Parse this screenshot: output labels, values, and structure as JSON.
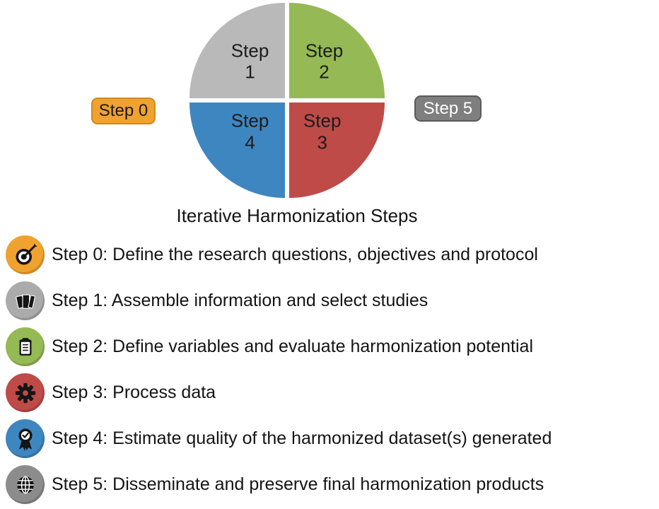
{
  "title": "Iterative Harmonization Steps",
  "badges": {
    "step0": {
      "label": "Step 0",
      "bg": "#F0A22E",
      "border": "#D4881C",
      "text_color": "#1a1a1a"
    },
    "step5": {
      "label": "Step 5",
      "bg": "#7F7F7F",
      "border": "#595959",
      "text_color": "#FFFFFF"
    }
  },
  "pie": {
    "quadrants": [
      {
        "id": "step-1",
        "line1": "Step",
        "line2": "1",
        "color": "#B9B9B9"
      },
      {
        "id": "step-2",
        "line1": "Step",
        "line2": "2",
        "color": "#95B954"
      },
      {
        "id": "step-3",
        "line1": "Step",
        "line2": "3",
        "color": "#BE4B48"
      },
      {
        "id": "step-4",
        "line1": "Step",
        "line2": "4",
        "color": "#3E86C0"
      }
    ]
  },
  "legend": {
    "items": [
      {
        "icon": "target-icon",
        "color": "#F0A22E",
        "text": "Step 0: Define the research questions, objectives and protocol"
      },
      {
        "icon": "books-icon",
        "color": "#ABABAB",
        "text": "Step 1: Assemble information and select studies"
      },
      {
        "icon": "clipboard-icon",
        "color": "#95B954",
        "text": "Step 2: Define variables and evaluate harmonization potential"
      },
      {
        "icon": "gear-icon",
        "color": "#BE4B48",
        "text": "Step 3: Process data"
      },
      {
        "icon": "award-icon",
        "color": "#3E86C0",
        "text": "Step 4: Estimate quality of the harmonized dataset(s) generated"
      },
      {
        "icon": "globe-icon",
        "color": "#8C8C8C",
        "text": "Step 5: Disseminate and preserve final harmonization products"
      }
    ]
  }
}
